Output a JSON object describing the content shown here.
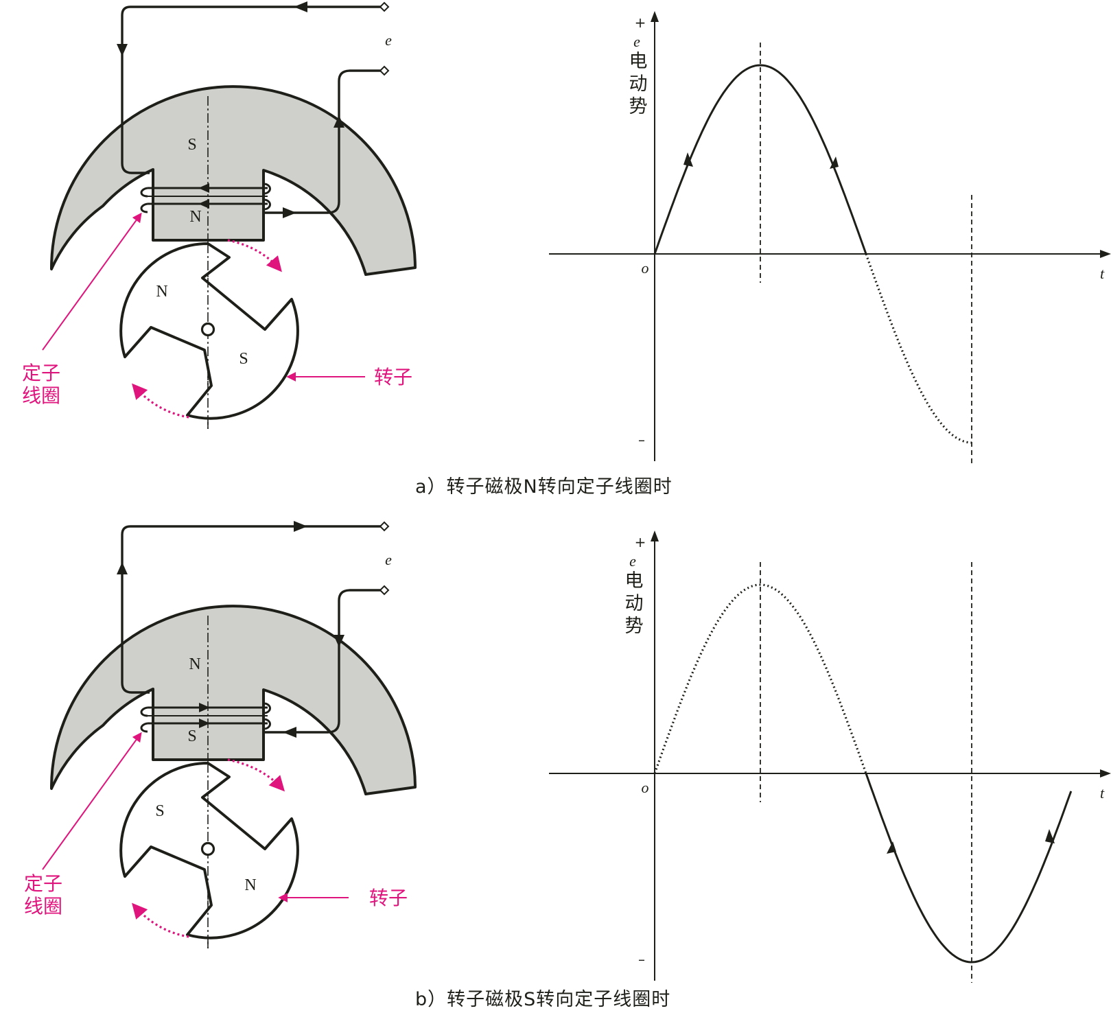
{
  "colors": {
    "ink": "#1f1f1a",
    "stator": "#cfd0cc",
    "accent": "#e0147d"
  },
  "panels": [
    {
      "id": "a",
      "stator_pole": "S",
      "coil_pole": "N",
      "rotor_upper_pole": "N",
      "rotor_lower_pole": "S",
      "terminal_label": "e",
      "coil_label_line1": "定子",
      "coil_label_line2": "线圈",
      "rotor_label": "转子",
      "caption": "a）转子磁极N转向定子线圈时",
      "plot": {
        "plus": "+",
        "minus": "–",
        "origin": "o",
        "t_label": "t",
        "e_label": "e",
        "ylabel_chars": [
          "电",
          "动",
          "势"
        ]
      }
    },
    {
      "id": "b",
      "stator_pole": "N",
      "coil_pole": "S",
      "rotor_upper_pole": "S",
      "rotor_lower_pole": "N",
      "terminal_label": "e",
      "coil_label_line1": "定子",
      "coil_label_line2": "线圈",
      "rotor_label": "转子",
      "caption": "b）转子磁极S转向定子线圈时",
      "plot": {
        "plus": "+",
        "minus": "–",
        "origin": "o",
        "t_label": "t",
        "e_label": "e",
        "ylabel_chars": [
          "电",
          "动",
          "势"
        ]
      }
    }
  ]
}
